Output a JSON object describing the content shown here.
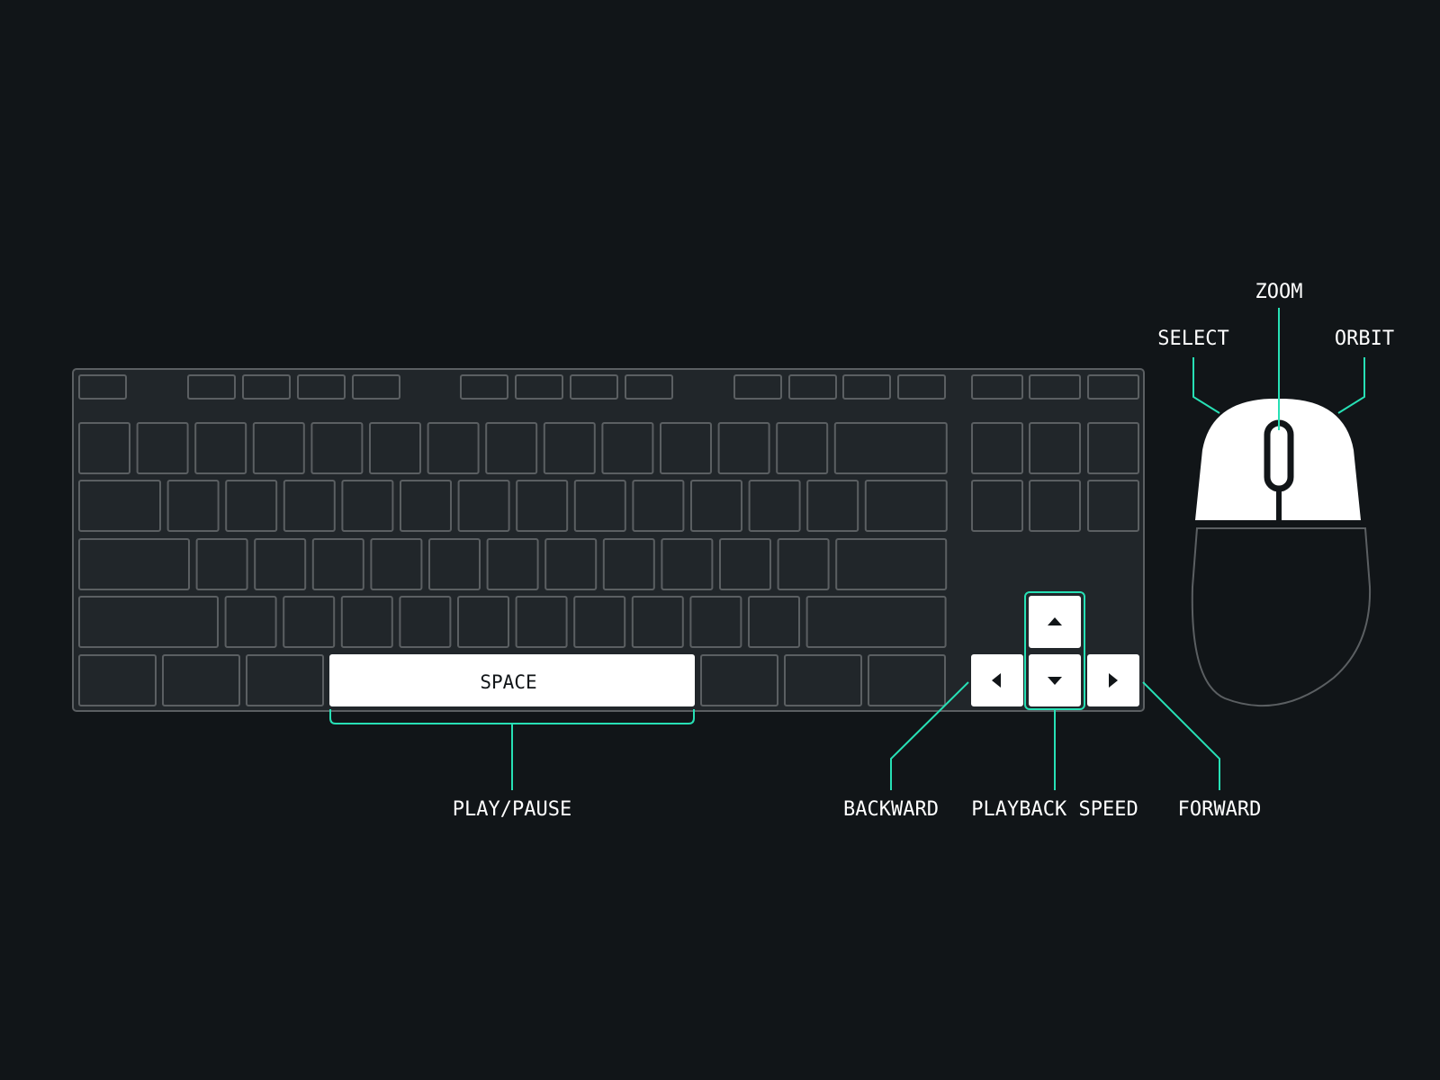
{
  "colors": {
    "background": "#111518",
    "keyboard_fill": "#21262a",
    "key_outline": "#5b5f62",
    "highlight_key": "#ffffff",
    "callout_line": "#27e0b5"
  },
  "keyboard": {
    "space_key_label": "SPACE",
    "arrow_keys": {
      "up_icon": "triangle-up",
      "down_icon": "triangle-down",
      "left_icon": "triangle-left",
      "right_icon": "triangle-right"
    }
  },
  "mouse": {
    "left_button_label": "SELECT",
    "wheel_label": "ZOOM",
    "right_button_label": "ORBIT"
  },
  "callouts": {
    "space": "PLAY/PAUSE",
    "left_arrow": "BACKWARD",
    "up_down_arrows": "PLAYBACK SPEED",
    "right_arrow": "FORWARD"
  }
}
